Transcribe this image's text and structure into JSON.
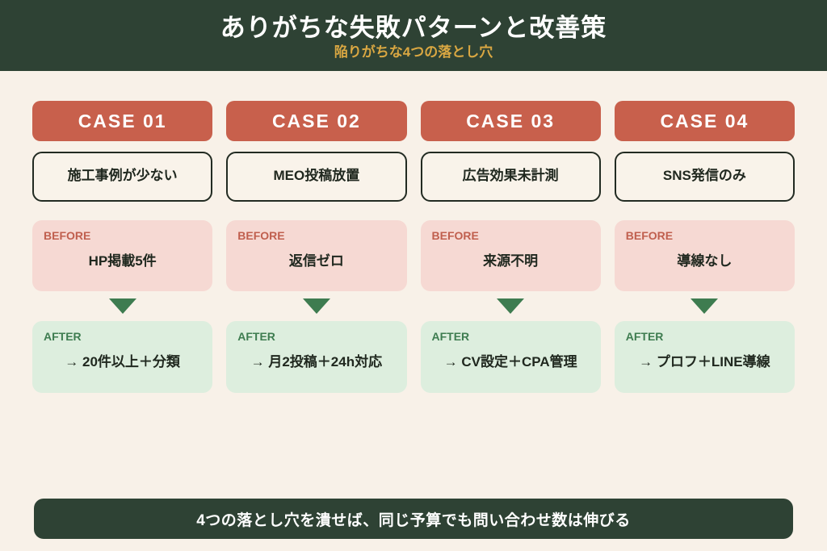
{
  "header": {
    "title": "ありがちな失敗パターンと改善策",
    "subtitle": "陥りがちな4つの落とし穴"
  },
  "labels": {
    "before": "BEFORE",
    "after": "AFTER"
  },
  "cases": [
    {
      "case_label": "CASE 01",
      "problem": "施工事例が少ない",
      "before_value": "HP掲載5件",
      "after_value": "→ 20件以上＋分類"
    },
    {
      "case_label": "CASE 02",
      "problem": "MEO投稿放置",
      "before_value": "返信ゼロ",
      "after_value": "→ 月2投稿＋24h対応"
    },
    {
      "case_label": "CASE 03",
      "problem": "広告効果未計測",
      "before_value": "来源不明",
      "after_value": "→ CV設定＋CPA管理"
    },
    {
      "case_label": "CASE 04",
      "problem": "SNS発信のみ",
      "before_value": "導線なし",
      "after_value": "→ プロフ＋LINE導線"
    }
  ],
  "footer": {
    "message": "4つの落とし穴を潰せば、同じ予算でも問い合わせ数は伸びる"
  },
  "colors": {
    "header_bg": "#2e4234",
    "subtitle_gold": "#d9a742",
    "case_red": "#c8604c",
    "before_pink": "#f6d9d3",
    "after_green": "#ddeede",
    "accent_green": "#3e7c50",
    "page_cream": "#f8f1e8"
  }
}
